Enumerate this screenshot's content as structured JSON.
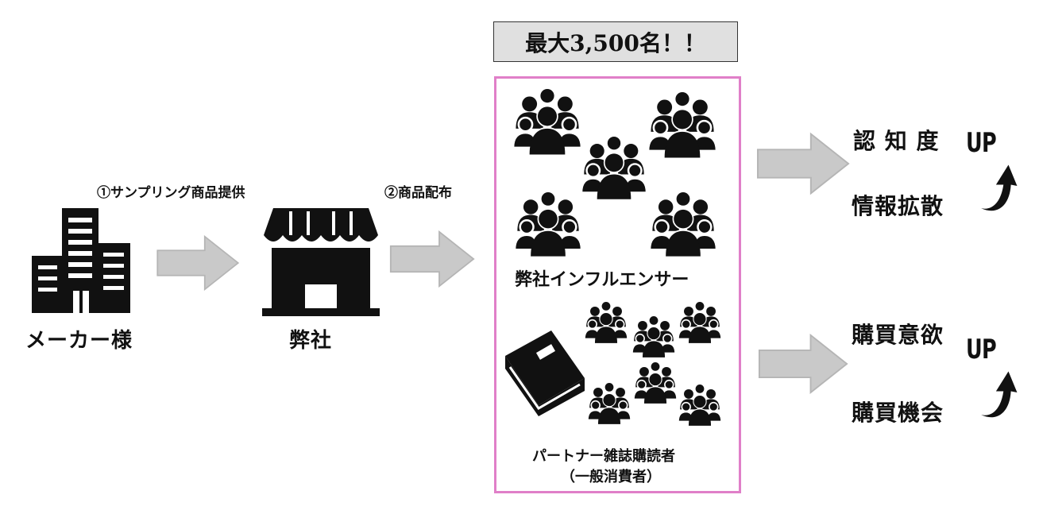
{
  "maker": {
    "label": "メーカー様",
    "icon": "office-building-icon"
  },
  "step1": {
    "label": "①サンプリング商品提供"
  },
  "company": {
    "label": "弊社",
    "icon": "storefront-icon"
  },
  "step2": {
    "label": "②商品配布"
  },
  "reach": {
    "count_label": "最大3,500名！！"
  },
  "influencers": {
    "label": "弊社インフルエンサー",
    "icon": "people-group-icon"
  },
  "readers": {
    "label_line1": "パートナー雑誌購読者",
    "label_line2": "（一般消費者）",
    "icon": "magazine-book-icon"
  },
  "outcome_top": {
    "line1": "認 知 度",
    "line2": "情報拡散",
    "up": "UP",
    "icon": "curved-up-arrow-icon"
  },
  "outcome_bottom": {
    "line1": "購買意欲",
    "line2": "購買機会",
    "up": "UP",
    "icon": "curved-up-arrow-icon"
  },
  "colors": {
    "arrow": "#c9c9c9",
    "arrow_stroke": "#b5b5b5",
    "box_border": "#e07fc8",
    "count_bg": "#e0e0e0"
  }
}
